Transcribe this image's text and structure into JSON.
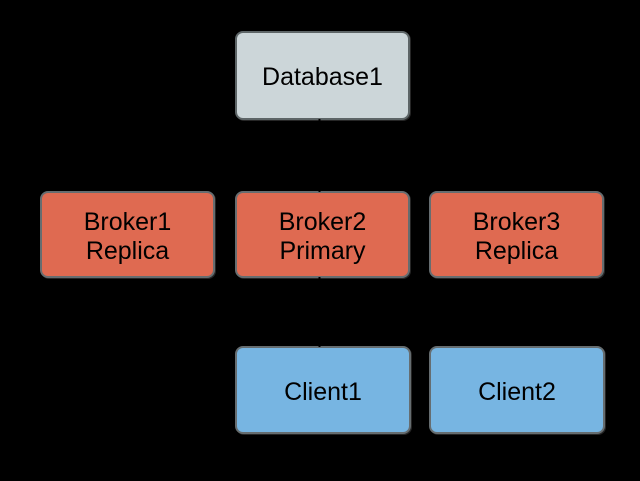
{
  "diagram": {
    "background_color": "#000000",
    "text_color": "#000000",
    "connector_color": "#000000",
    "nodes": {
      "database1": {
        "label": "Database1",
        "fill": "#ccd6d9",
        "border": "#5d6567"
      },
      "broker1": {
        "label": "Broker1",
        "sublabel": "Replica",
        "fill": "#df6a51",
        "border": "#666d70"
      },
      "broker2": {
        "label": "Broker2",
        "sublabel": "Primary",
        "fill": "#df6a51",
        "border": "#666d70"
      },
      "broker3": {
        "label": "Broker3",
        "sublabel": "Replica",
        "fill": "#df6a51",
        "border": "#666d70"
      },
      "client1": {
        "label": "Client1",
        "fill": "#77b5e2",
        "border": "#666d70"
      },
      "client2": {
        "label": "Client2",
        "fill": "#77b5e2",
        "border": "#666d70"
      }
    },
    "edges": [
      {
        "from": "broker2",
        "to": "database1",
        "color": "#000000",
        "arrowhead": "triangle-up"
      },
      {
        "from": "client1",
        "to": "broker2",
        "color": "#000000",
        "arrowhead": "triangle-up"
      }
    ]
  }
}
